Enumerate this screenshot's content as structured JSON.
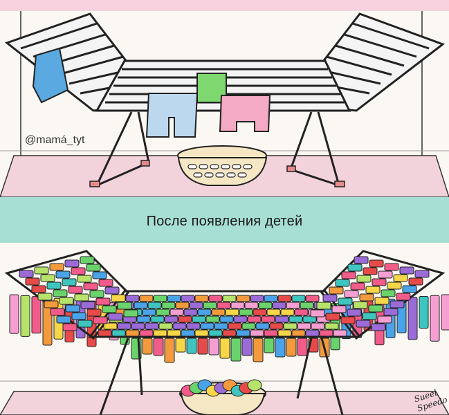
{
  "caption": "После появления детей",
  "watermark": "@mamá_tyt",
  "signature": "Sueel Speedo",
  "colors": {
    "wall": "#fbf8f3",
    "banner": "#a8dfd4",
    "top_strip": "#f5d2de",
    "rug": "#f2d3dc",
    "outline": "#222222",
    "rack": "#f4f4f4",
    "basket": "#f5e6c4"
  },
  "icons": [
    "drying-rack-icon",
    "laundry-basket-icon",
    "clothes-icon"
  ]
}
